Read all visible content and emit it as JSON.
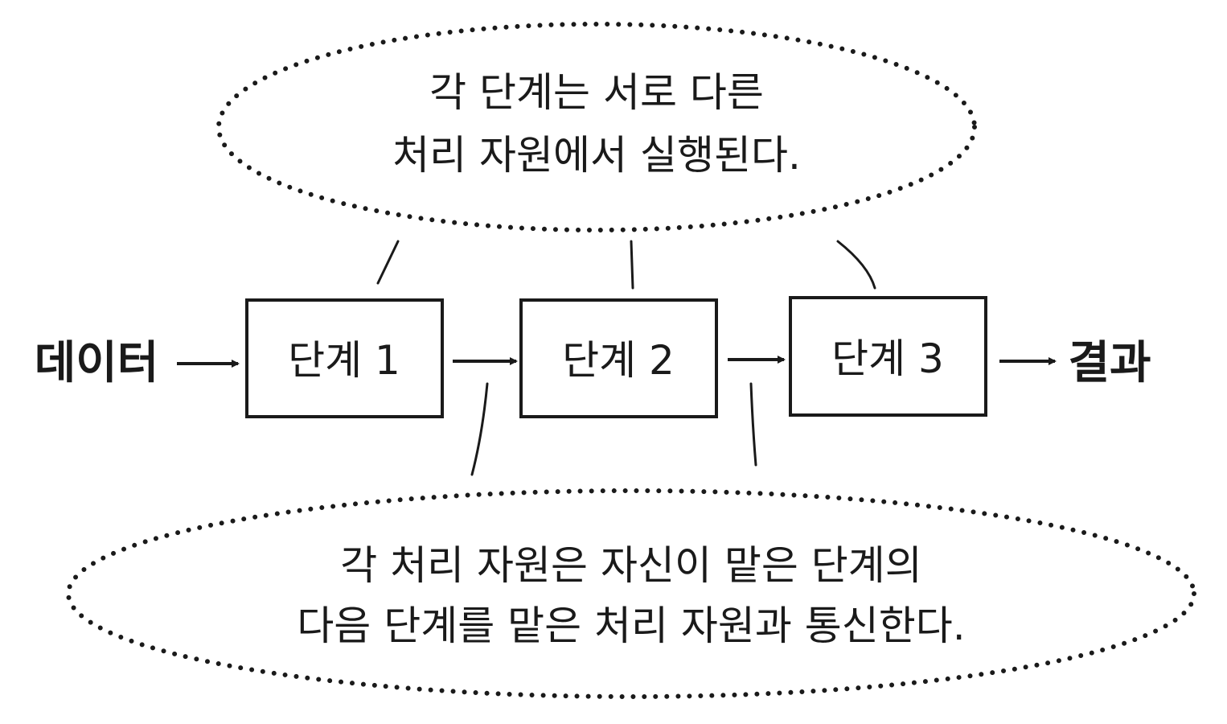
{
  "top_note": {
    "line1": "각 단계는 서로 다른",
    "line2": "처리 자원에서 실행된다."
  },
  "bottom_note": {
    "line1": "각 처리 자원은 자신이 맡은 단계의",
    "line2": "다음 단계를 맡은 처리 자원과 통신한다."
  },
  "input_label": "데이터",
  "output_label": "결과",
  "stages": [
    {
      "label": "단계 1"
    },
    {
      "label": "단계 2"
    },
    {
      "label": "단계 3"
    }
  ]
}
